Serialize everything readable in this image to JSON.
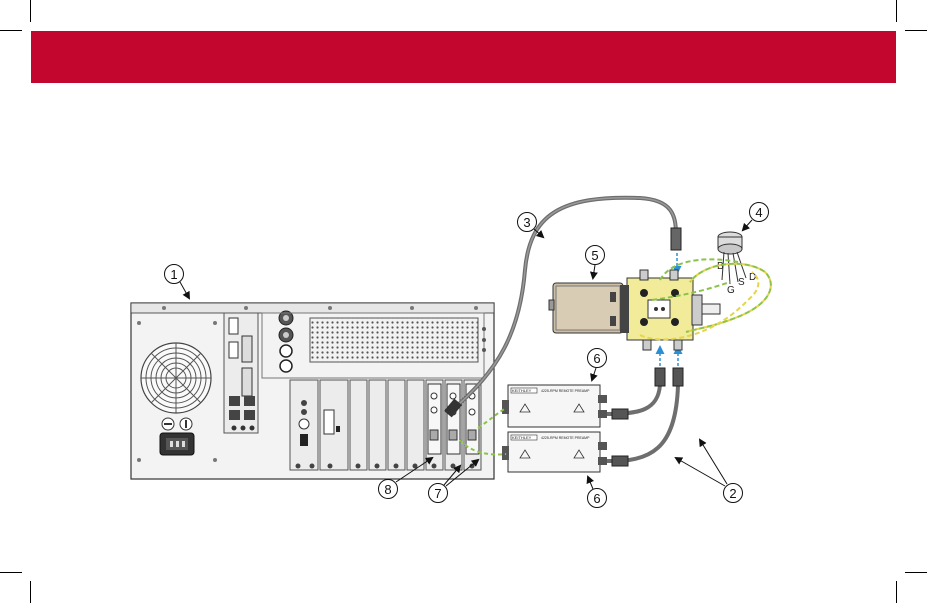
{
  "colors": {
    "banner": "#c2062e",
    "chassis": "#f3f3f3",
    "cable_gray": "#6e6e6e",
    "fixture_yellow": "#f2ec9a",
    "wire_green": "#8bc34a",
    "wire_yellow": "#e4d54a",
    "arrow_blue": "#2b8fd6"
  },
  "callouts": [
    {
      "id": "1",
      "label": "1"
    },
    {
      "id": "2",
      "label": "2"
    },
    {
      "id": "3",
      "label": "3"
    },
    {
      "id": "4",
      "label": "4"
    },
    {
      "id": "5",
      "label": "5"
    },
    {
      "id": "6a",
      "label": "6"
    },
    {
      "id": "6b",
      "label": "6"
    },
    {
      "id": "7",
      "label": "7"
    },
    {
      "id": "8",
      "label": "8"
    }
  ],
  "preamp": {
    "brand": "KEITHLEY",
    "model": "4225-RPM REMOTE PREAMP"
  },
  "device_pins": {
    "b": "B",
    "g": "G",
    "s": "S",
    "d": "D"
  }
}
